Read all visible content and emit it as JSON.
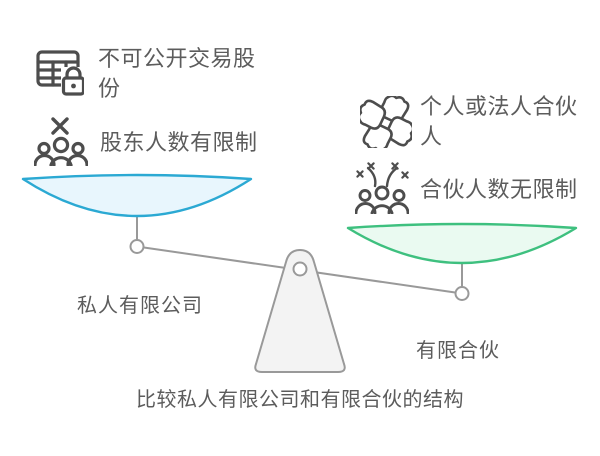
{
  "caption": "比较私人有限公司和有限合伙的结构",
  "left_pan": {
    "label": "私人有限公司",
    "features": [
      {
        "icon": "table-lock-icon",
        "text": "不可公开交易股份"
      },
      {
        "icon": "people-limit-icon",
        "text": "股东人数有限制"
      }
    ]
  },
  "right_pan": {
    "label": "有限合伙",
    "features": [
      {
        "icon": "hands-partnership-icon",
        "text": "个人或法人合伙人"
      },
      {
        "icon": "crowd-unlimited-icon",
        "text": "合伙人数无限制"
      }
    ]
  },
  "colors": {
    "left_pan_stroke": "#2BA9D3",
    "left_pan_fill": "#E8F6FD",
    "right_pan_stroke": "#3EC07F",
    "right_pan_fill": "#EAFAF1",
    "frame_gray": "#999999",
    "fulcrum_fill": "#F3F3F3",
    "joint_fill": "#FFFFFF",
    "icon_color": "#4D4D4D",
    "text_color": "#5C5C5C"
  }
}
